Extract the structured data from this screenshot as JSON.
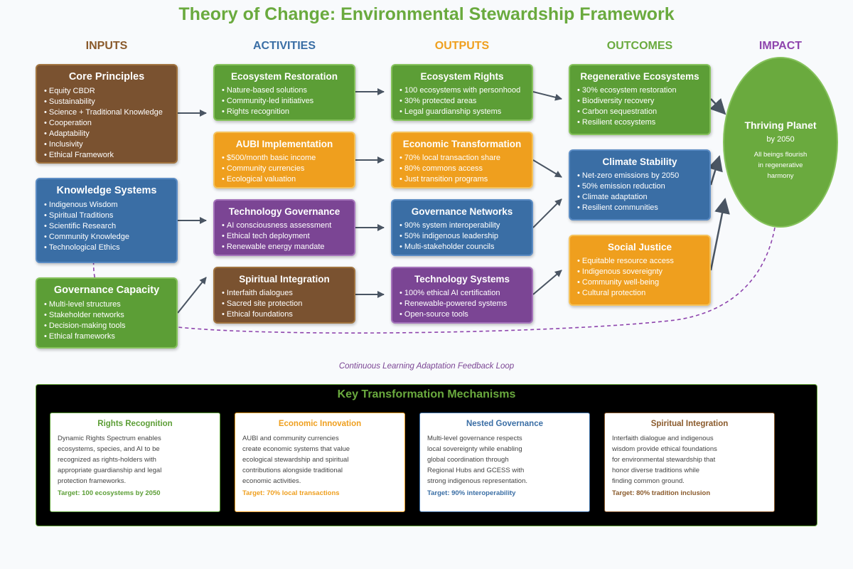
{
  "title": "Theory of Change: Environmental Stewardship Framework",
  "colors": {
    "brown": "#7a5230",
    "blue": "#3a6ea5",
    "green": "#5c9e36",
    "orange": "#ef9f1e",
    "purple": "#7b4594",
    "title_green": "#6aaa3e",
    "arrow": "#4a5563",
    "loop": "#8e44ad"
  },
  "columns": {
    "inputs": "INPUTS",
    "activities": "ACTIVITIES",
    "outputs": "OUTPUTS",
    "outcomes": "OUTCOMES",
    "impact": "IMPACT"
  },
  "inputs": [
    {
      "title": "Core Principles",
      "color": "brown",
      "items": [
        "Equity CBDR",
        "Sustainability",
        "Science + Traditional Knowledge",
        "Cooperation",
        "Adaptability",
        "Inclusivity",
        "Ethical Framework"
      ]
    },
    {
      "title": "Knowledge Systems",
      "color": "blue",
      "items": [
        "Indigenous Wisdom",
        "Spiritual Traditions",
        "Scientific Research",
        "Community Knowledge",
        "Technological Ethics"
      ]
    },
    {
      "title": "Governance Capacity",
      "color": "green",
      "items": [
        "Multi-level structures",
        "Stakeholder networks",
        "Decision-making tools",
        "Ethical frameworks"
      ]
    }
  ],
  "activities": [
    {
      "title": "Ecosystem Restoration",
      "color": "green",
      "items": [
        "Nature-based solutions",
        "Community-led initiatives",
        "Rights recognition"
      ]
    },
    {
      "title": "AUBI Implementation",
      "color": "orange",
      "items": [
        "$500/month basic income",
        "Community currencies",
        "Ecological valuation"
      ]
    },
    {
      "title": "Technology Governance",
      "color": "purple",
      "items": [
        "AI consciousness assessment",
        "Ethical tech deployment",
        "Renewable energy mandate"
      ]
    },
    {
      "title": "Spiritual Integration",
      "color": "brown",
      "items": [
        "Interfaith dialogues",
        "Sacred site protection",
        "Ethical foundations"
      ]
    }
  ],
  "outputs": [
    {
      "title": "Ecosystem Rights",
      "color": "green",
      "items": [
        "100 ecosystems with personhood",
        "30% protected areas",
        "Legal guardianship systems"
      ]
    },
    {
      "title": "Economic Transformation",
      "color": "orange",
      "items": [
        "70% local transaction share",
        "80% commons access",
        "Just transition programs"
      ]
    },
    {
      "title": "Governance Networks",
      "color": "blue",
      "items": [
        "90% system interoperability",
        "50% indigenous leadership",
        "Multi-stakeholder councils"
      ]
    },
    {
      "title": "Technology Systems",
      "color": "purple",
      "items": [
        "100% ethical AI certification",
        "Renewable-powered systems",
        "Open-source tools"
      ]
    }
  ],
  "outcomes": [
    {
      "title": "Regenerative Ecosystems",
      "color": "green",
      "items": [
        "30% ecosystem restoration",
        "Biodiversity recovery",
        "Carbon sequestration",
        "Resilient ecosystems"
      ]
    },
    {
      "title": "Climate Stability",
      "color": "blue",
      "items": [
        "Net-zero emissions by 2050",
        "50% emission reduction",
        "Climate adaptation",
        "Resilient communities"
      ]
    },
    {
      "title": "Social Justice",
      "color": "orange",
      "items": [
        "Equitable resource access",
        "Indigenous sovereignty",
        "Community well-being",
        "Cultural protection"
      ]
    }
  ],
  "impact": {
    "title": "Thriving Planet",
    "year": "by 2050",
    "desc": [
      "All beings flourish",
      "in regenerative",
      "harmony"
    ]
  },
  "feedback_loop": "Continuous Learning Adaptation Feedback Loop",
  "mechanisms": {
    "title": "Key Transformation Mechanisms",
    "cards": [
      {
        "title": "Rights Recognition",
        "color": "#5c9e36",
        "body": [
          "Dynamic Rights Spectrum enables",
          "ecosystems, species, and AI to be",
          "recognized as rights-holders with",
          "appropriate guardianship and legal",
          "protection frameworks."
        ],
        "target": "Target: 100 ecosystems by 2050"
      },
      {
        "title": "Economic Innovation",
        "color": "#ef9f1e",
        "body": [
          "AUBI and community currencies",
          "create economic systems that value",
          "ecological stewardship and spiritual",
          "contributions alongside traditional",
          "economic activities."
        ],
        "target": "Target: 70% local transactions"
      },
      {
        "title": "Nested Governance",
        "color": "#3a6ea5",
        "body": [
          "Multi-level governance respects",
          "local sovereignty while enabling",
          "global coordination through",
          "Regional Hubs and GCESS with",
          "strong indigenous representation."
        ],
        "target": "Target: 90% interoperability"
      },
      {
        "title": "Spiritual Integration",
        "color": "#8a5a2b",
        "body": [
          "Interfaith dialogue and indigenous",
          "wisdom provide ethical foundations",
          "for environmental stewardship that",
          "honor diverse traditions while",
          "finding common ground."
        ],
        "target": "Target: 80% tradition inclusion"
      }
    ]
  }
}
